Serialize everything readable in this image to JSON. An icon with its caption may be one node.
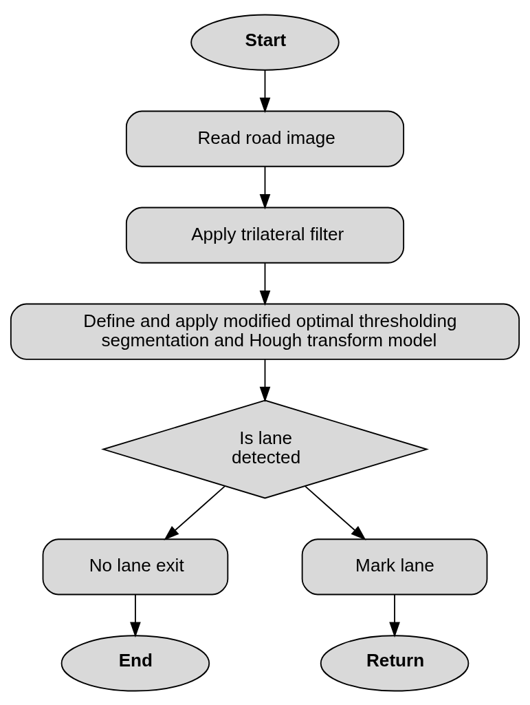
{
  "diagram": {
    "nodes": [
      {
        "text": [
          "Start"
        ]
      },
      {
        "text": [
          "Read road image"
        ]
      },
      {
        "text": [
          "Apply trilateral filter"
        ]
      },
      {
        "text": [
          "Define and apply modified optimal thresholding segmentation and Hough transform model"
        ]
      },
      {
        "text": [
          "Is lane detected"
        ]
      },
      {
        "text": [
          "No lane exit"
        ]
      },
      {
        "text": [
          "Mark lane"
        ]
      },
      {
        "text": [
          "End"
        ]
      },
      {
        "text": [
          "Return"
        ]
      }
    ],
    "edges": [
      {
        "from": 0,
        "to": 1,
        "arrow": "to"
      },
      {
        "from": 1,
        "to": 2,
        "arrow": "to"
      },
      {
        "from": 2,
        "to": 3,
        "arrow": "to"
      },
      {
        "from": 3,
        "to": 4,
        "arrow": "to"
      },
      {
        "from": 4,
        "to": 5,
        "arrow": "to"
      },
      {
        "from": 4,
        "to": 6,
        "arrow": "to"
      },
      {
        "from": 5,
        "to": 7,
        "arrow": "to"
      },
      {
        "from": 6,
        "to": 8,
        "arrow": "to"
      }
    ]
  }
}
